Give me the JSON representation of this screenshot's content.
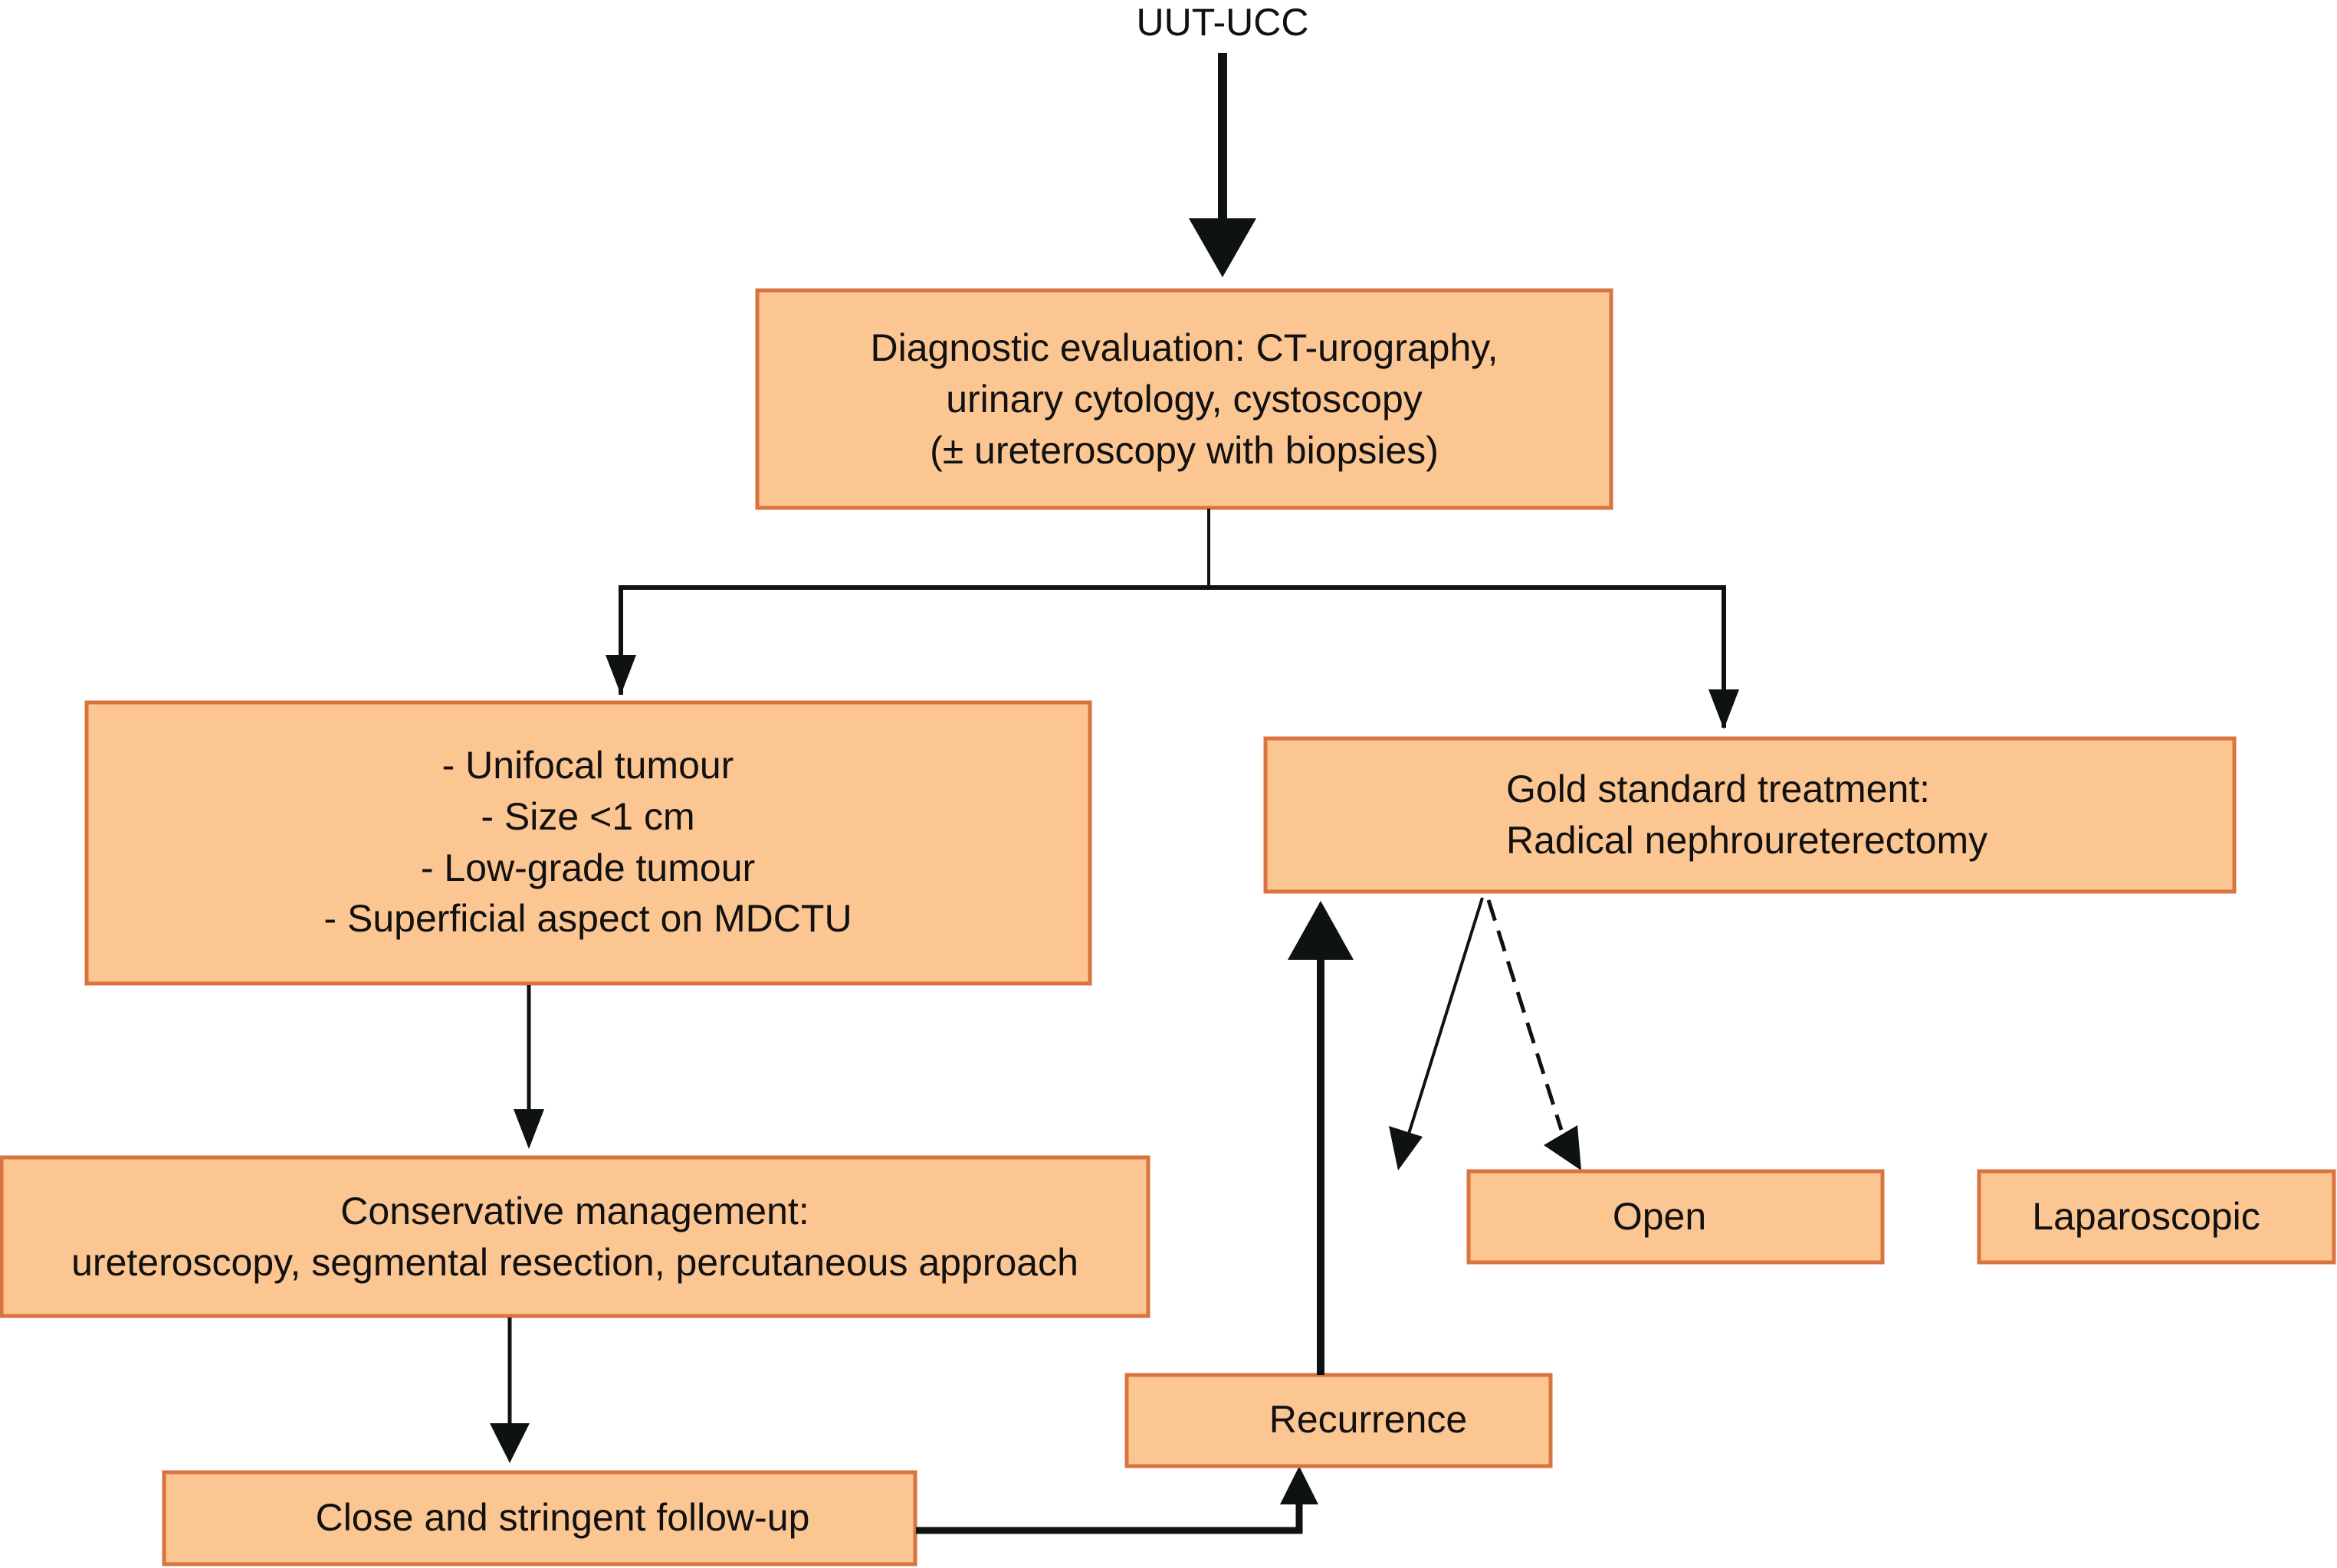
{
  "diagram": {
    "title": "UUT-UCC",
    "colors": {
      "box_fill": "#FBC692",
      "box_border": "#D9733F",
      "arrow": "#0f1213",
      "text": "#111111"
    },
    "nodes": {
      "diagnostic": {
        "lines": [
          "Diagnostic evaluation: CT-urography,",
          "urinary cytology, cystoscopy",
          "(± ureteroscopy with biopsies)"
        ]
      },
      "criteria": {
        "lines": [
          "- Unifocal tumour",
          "- Size <1 cm",
          "- Low-grade tumour",
          "- Superficial aspect on MDCTU"
        ]
      },
      "gold_standard": {
        "lines": [
          "Gold standard treatment:",
          "Radical nephroureterectomy"
        ]
      },
      "conservative": {
        "lines": [
          "Conservative management:",
          "ureteroscopy, segmental resection, percutaneous approach"
        ]
      },
      "follow_up": {
        "lines": [
          "Close and stringent follow-up"
        ]
      },
      "recurrence": {
        "lines": [
          "Recurrence"
        ]
      },
      "open": {
        "lines": [
          "Open"
        ]
      },
      "laparoscopic": {
        "lines": [
          "Laparoscopic"
        ]
      }
    },
    "edges": [
      {
        "from": "UUT-UCC",
        "to": "diagnostic",
        "style": "solid-thick"
      },
      {
        "from": "diagnostic",
        "to": "criteria",
        "style": "solid"
      },
      {
        "from": "diagnostic",
        "to": "gold_standard",
        "style": "solid"
      },
      {
        "from": "criteria",
        "to": "conservative",
        "style": "solid"
      },
      {
        "from": "conservative",
        "to": "follow_up",
        "style": "solid"
      },
      {
        "from": "follow_up",
        "to": "recurrence",
        "style": "solid-thick"
      },
      {
        "from": "recurrence",
        "to": "gold_standard",
        "style": "solid-thick"
      },
      {
        "from": "gold_standard",
        "to": "open",
        "style": "solid"
      },
      {
        "from": "gold_standard",
        "to": "laparoscopic",
        "style": "dashed"
      }
    ]
  }
}
